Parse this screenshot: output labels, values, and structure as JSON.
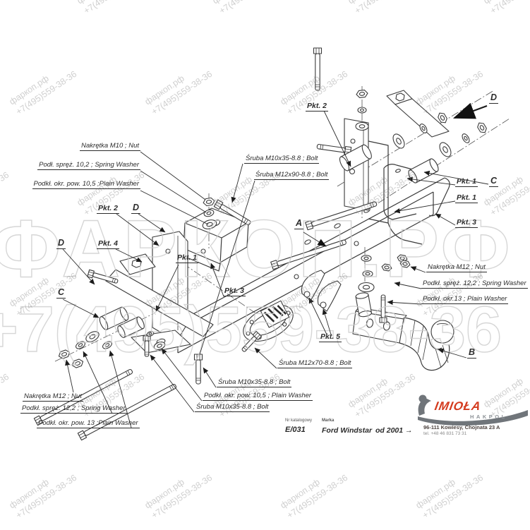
{
  "drawing": {
    "stroke_color": "#3a3a3a",
    "watermark": {
      "site": "фаркоп.рф",
      "phone": "+7(495)559-38-36",
      "big_line1": "ФАРКОП.РФ",
      "big_line2": "+7(495)559-38-36",
      "color": "#c9c9c9"
    },
    "callouts": {
      "nut_m10": "Nakrętka M10 ; Nut",
      "spring_washer_10_2": "Podł. spręż. 10,2 ; Spring Washer",
      "plain_washer_10_5_top": "Podkł. okr. pow. 10,5 ;Plain Washer",
      "bolt_m10x35_top": "Śruba M10x35-8.8 ; Bolt",
      "bolt_m12x90": "Śruba M12x90-8.8 ; Bolt",
      "bolt_m12x70": "Śruba M12x70-8.8 ; Bolt",
      "bolt_m10x35_mid": "Śruba M10x35-8.8 ; Bolt",
      "plain_washer_10_5_bottom": "Podkł. okr. pow. 10,5 ; Plain Washer",
      "bolt_m10x35_bottom": "Śruba M10x35-8.8 ; Bolt",
      "nut_m12_left": "Nakrętka M12 ; Nut",
      "spring_washer_12_2_left": "Podkł. spręż. 12,2 ; Spring Washer",
      "plain_washer_13_left": "Podkł. okr. pow. 13 ;Plain Washer",
      "nut_m12_right": "Nakrętka M12 ; Nut",
      "spring_washer_12_2_right": "Podkł. spręż. 12,2 ; Spring Washer",
      "plain_washer_13_right": "Podkł. okr.13 ; Plain Washer"
    },
    "points": {
      "pkt1": "Pkt. 1",
      "pkt2": "Pkt. 2",
      "pkt3": "Pkt. 3",
      "pkt4": "Pkt. 4",
      "pkt5": "Pkt. 5"
    },
    "parts": {
      "a": "A",
      "b": "B",
      "c": "C",
      "d": "D"
    },
    "title_block": {
      "catalog_label": "Nr katalogowy",
      "catalog_number": "E/031",
      "brand_label": "Marka",
      "brand": "Ford Windstar",
      "year_range": "od 2001 →",
      "logo_text": "IMIOŁA",
      "logo_subtext": "HAKPOL",
      "address": "96-111 Kowiesy, Chojnata 23 A",
      "phone": "tel. +48 46 831 73 31",
      "logo_color": "#d43b1e"
    }
  }
}
